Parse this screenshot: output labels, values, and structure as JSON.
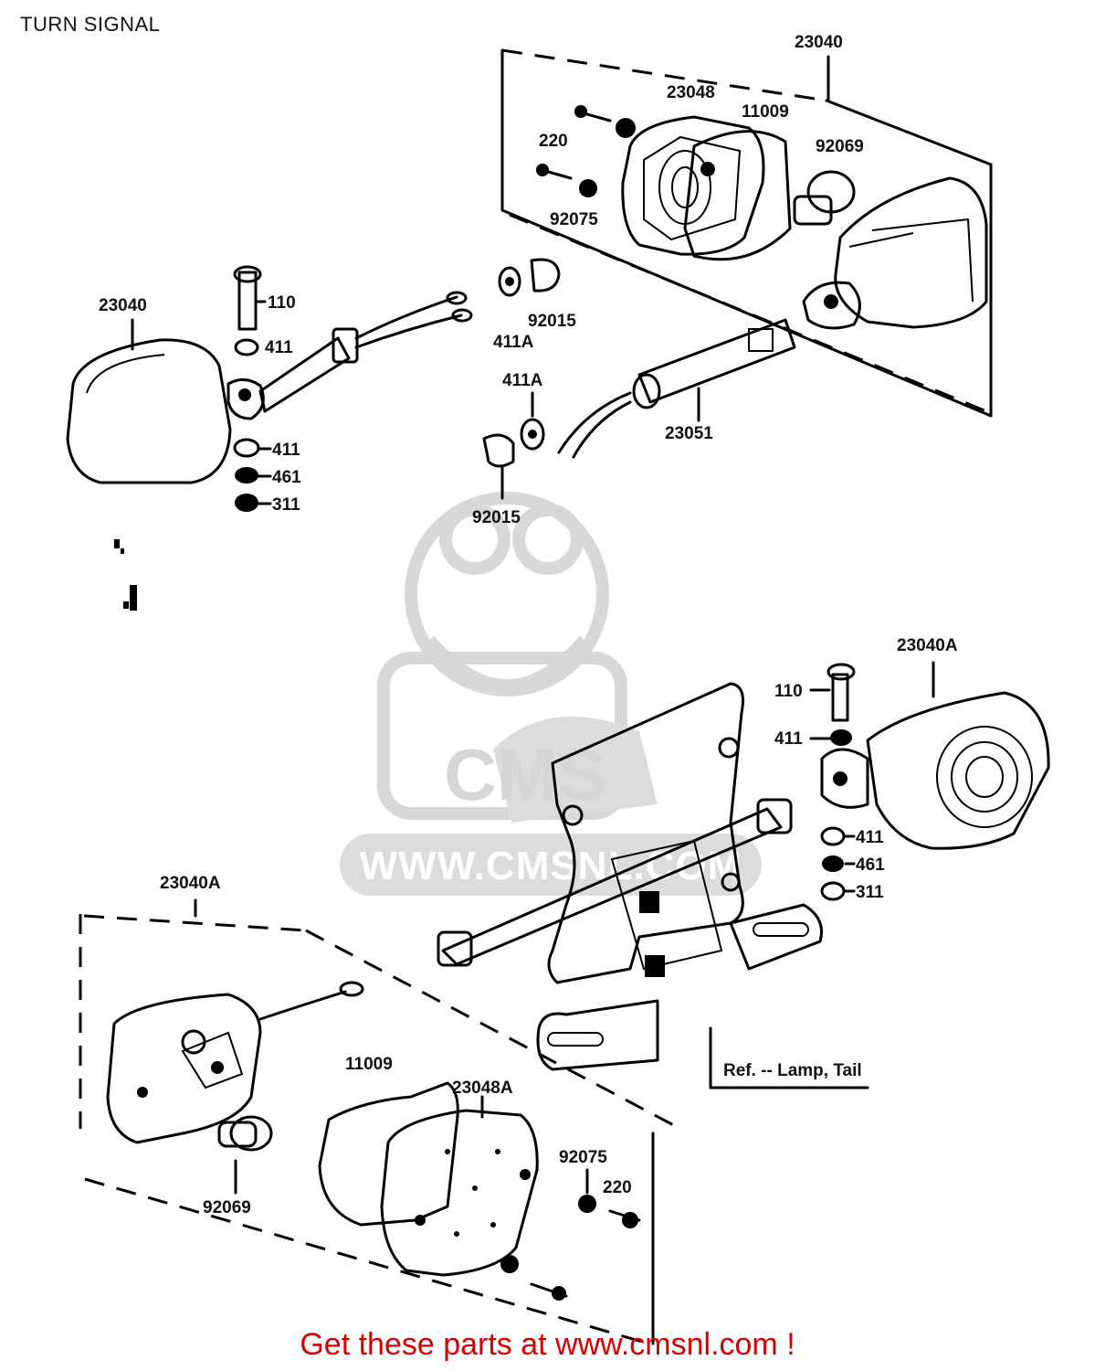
{
  "title": "TURN SIGNAL",
  "watermark": {
    "brand": "CMS",
    "url": "WWW.CMSNL.COM"
  },
  "labels": {
    "rear_right_assy": "23040",
    "lens_top": "23048",
    "gasket_top": "11009",
    "bulb_top": "92069",
    "screw_top": "220",
    "grommet_top": "92075",
    "front_left_assy": "23040",
    "bolt_left": "110",
    "washer_left_top": "411",
    "washer_left_1": "411",
    "lockwasher_left": "461",
    "nut_left": "311",
    "bushing_top": "92015",
    "washer_mid_1": "411A",
    "washer_mid_2": "411A",
    "bushing_mid": "92015",
    "stem": "23051",
    "rear_right_assy_a": "23040A",
    "bolt_right": "110",
    "washer_right_top": "411",
    "washer_right_1": "411",
    "lockwasher_right": "461",
    "nut_right": "311",
    "rear_left_assy_a": "23040A",
    "ref_tail": "Ref. -- Lamp, Tail",
    "gasket_bottom": "11009",
    "lens_bottom": "23048A",
    "grommet_bottom": "92075",
    "screw_bottom": "220",
    "bulb_bottom": "92069"
  },
  "footer": "Get these parts at www.cmsnl.com !"
}
